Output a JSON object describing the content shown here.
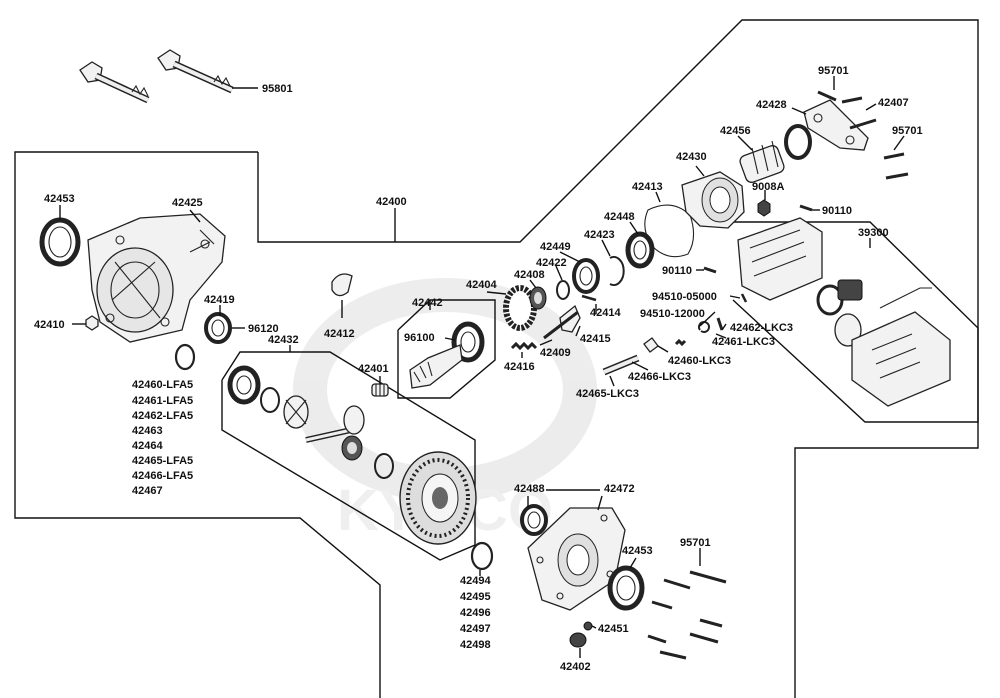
{
  "watermark": "KYMCO",
  "labels": {
    "l95801": "95801",
    "l42400": "42400",
    "l42453a": "42453",
    "l42425": "42425",
    "l42419": "42419",
    "l96120": "96120",
    "l42410": "42410",
    "l42432": "42432",
    "l42412": "42412",
    "l42442": "42442",
    "l96100": "96100",
    "l42401": "42401",
    "l42404": "42404",
    "l42408": "42408",
    "l42449": "42449",
    "l42422": "42422",
    "l42423": "42423",
    "l42448": "42448",
    "l42413": "42413",
    "l42430": "42430",
    "l42456": "42456",
    "l42428": "42428",
    "l95701a": "95701",
    "l42407": "42407",
    "l95701b": "95701",
    "l9008A": "9008A",
    "l90110a": "90110",
    "l39300": "39300",
    "l90110b": "90110",
    "l94510a": "94510-05000",
    "l94510b": "94510-12000",
    "l42414": "42414",
    "l42415": "42415",
    "l42409": "42409",
    "l42416": "42416",
    "l42462lkc": "42462-LKC3",
    "l42461lkc": "42461-LKC3",
    "l42460lkc": "42460-LKC3",
    "l42466lkc": "42466-LKC3",
    "l42465lkc": "42465-LKC3",
    "l42488": "42488",
    "l42472": "42472",
    "l42453b": "42453",
    "l95701c": "95701",
    "l42451": "42451",
    "l42402": "42402",
    "l42494": "42494",
    "l42495": "42495",
    "l42496": "42496",
    "l42497": "42497",
    "l42498": "42498"
  },
  "list_left": [
    "42460-LFA5",
    "42461-LFA5",
    "42462-LFA5",
    "42463",
    "42464",
    "42465-LFA5",
    "42466-LFA5",
    "42467"
  ]
}
